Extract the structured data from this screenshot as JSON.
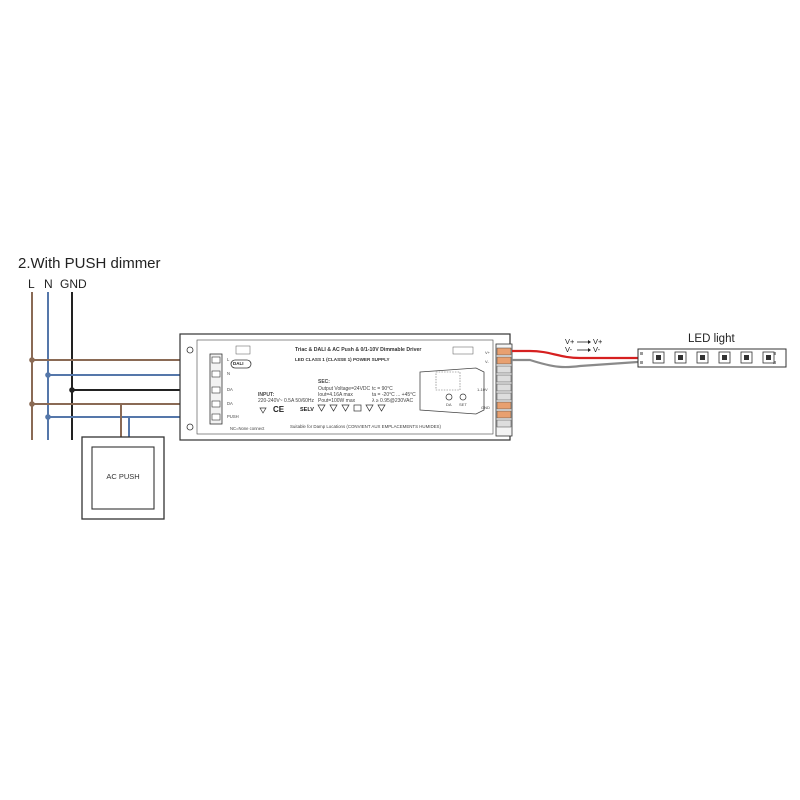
{
  "diagram": {
    "title": "2.With PUSH dimmer",
    "wire_labels": {
      "l": "L",
      "n": "N",
      "gnd": "GND"
    },
    "colors": {
      "live": "#8a6a55",
      "neutral": "#5577aa",
      "ground": "#222222",
      "red_wire": "#d62020",
      "gray_wire": "#8a8a8a"
    },
    "switch": {
      "label": "AC PUSH"
    },
    "driver": {
      "name": "Triac & DALI & AC Push & 0/1-10V Dimmable Driver",
      "subtitle": "LED CLASS 1 (CLASSE 1) POWER SUPPLY",
      "logo": "DALI",
      "input_title": "INPUT:",
      "input_spec": "220-240V~ 0.5A 50/60Hz",
      "sec_title": "SEC:",
      "output_voltage": "Output Voltage=24VDC",
      "output_current": "Iout=4.16A max",
      "output_power": "Pout=100W max",
      "tc": "tc = 90°C",
      "ta": "ta = -20°C ... +45°C",
      "pf": "λ ≥ 0.95@230VAC",
      "cert_ce": "CE",
      "cert_selv": "SELV",
      "damp_note": "Suitable for Damp Locations (CONVIENT AUX EMPLACEMENTS HUMIDES)",
      "nc_note": "NC=None connect",
      "terminal_left": [
        "L",
        "N",
        "DA",
        "DA",
        "PUSH"
      ],
      "terminal_right": [
        "V+",
        "V-",
        "1-10V",
        "GND"
      ],
      "knob_labels": [
        "DA",
        "SET"
      ]
    },
    "output": {
      "vplus": "V+",
      "vminus": "V-",
      "arrow": "→",
      "led_label": "LED light",
      "led_count": 6
    }
  }
}
